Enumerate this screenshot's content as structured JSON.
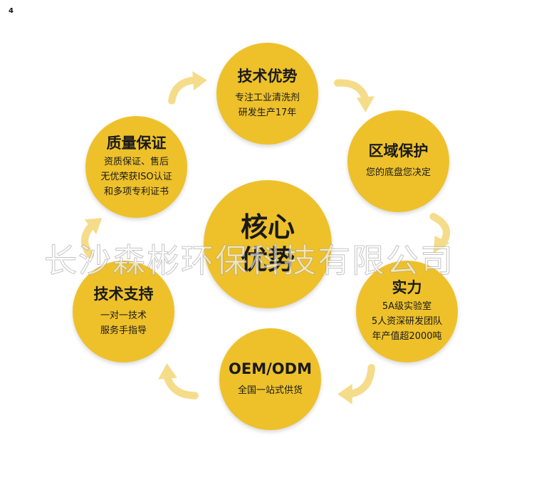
{
  "page_number": "4",
  "center": {
    "title_line1": "核心",
    "title_line2": "优势"
  },
  "nodes": {
    "tech_advantage": {
      "title": "技术优势",
      "lines": [
        "专注工业清洗剂",
        "研发生产17年"
      ]
    },
    "region_protect": {
      "title": "区域保护",
      "lines": [
        "您的底盘您决定"
      ]
    },
    "strength": {
      "title": "实力",
      "lines": [
        "5A级实验室",
        "5人资深研发团队",
        "年产值超2000吨"
      ]
    },
    "oem": {
      "title": "OEM/ODM",
      "lines": [
        "全国一站式供货"
      ]
    },
    "tech_support": {
      "title": "技术支持",
      "lines": [
        "一对一技术",
        "服务手指导"
      ]
    },
    "quality": {
      "title": "质量保证",
      "lines": [
        "资质保证、售后",
        "无优荣获ISO认证",
        "和多项专利证书"
      ]
    }
  },
  "watermark": "长沙森彬环保科技有限公司",
  "colors": {
    "circle": "#eec12b",
    "arrow": "#f5dc8a"
  }
}
